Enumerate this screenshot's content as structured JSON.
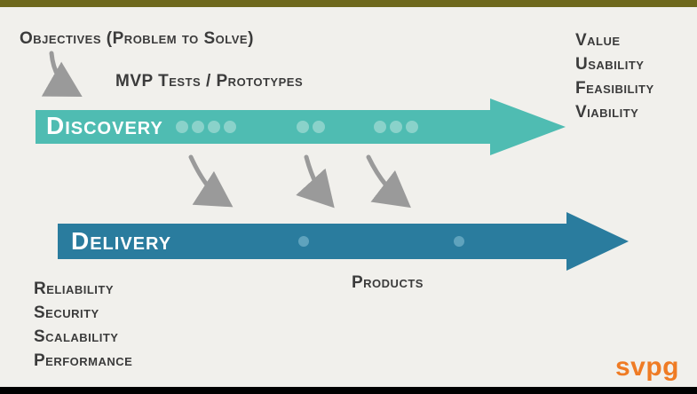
{
  "slide": {
    "objectives_label": "Objectives (Problem to Solve)",
    "mvp_label": "MVP Tests / Prototypes",
    "discovery_label": "Discovery",
    "delivery_label": "Delivery",
    "products_label": "Products",
    "right_list": [
      "Value",
      "Usability",
      "Feasibility",
      "Viability"
    ],
    "left_list": [
      "Reliability",
      "Security",
      "Scalability",
      "Performance"
    ],
    "logo_text": "svpg"
  },
  "diagram": {
    "discovery_dot_clusters": [
      4,
      2,
      3
    ],
    "delivery_dot_count": 2,
    "connector_arrow_count": 3
  },
  "colors": {
    "discovery-teal": "#4fbcb2",
    "discovery-dot": "#8ad2ca",
    "delivery-blue": "#2a7c9e",
    "delivery-dot": "#5fa3bd",
    "arrow-gray": "#9a9a9a",
    "text-dark": "#3b3b3b",
    "logo-orange": "#ef7b24",
    "slide-bg": "#f1f0ec",
    "top-bar": "#6e681c",
    "bottom-bar": "#000000"
  }
}
